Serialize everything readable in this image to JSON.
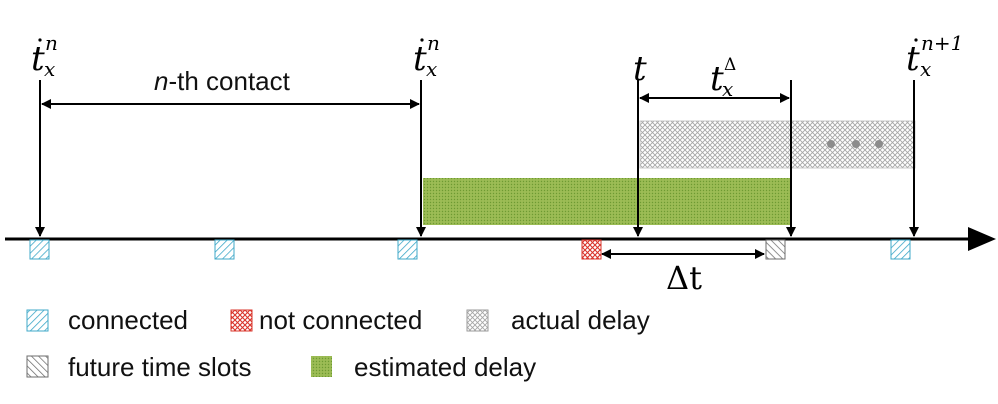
{
  "diagram": {
    "labels": {
      "t_start": "t",
      "t_start_sub": "x",
      "t_start_sup": "n",
      "t_end": "t",
      "t_end_sub": "x",
      "t_end_sup": "n",
      "contact_n": "n",
      "contact_rest": "-th contact",
      "t_current": "t",
      "t_delta": "t",
      "t_delta_sub": "x",
      "t_delta_sup": "Δ",
      "t_next": "t",
      "t_next_sub": "x",
      "t_next_sup": "n+1",
      "delta_t": "Δt"
    },
    "legend": [
      {
        "key": "connected",
        "label": "connected",
        "pattern": "connected-pattern"
      },
      {
        "key": "not_connected",
        "label": "not connected",
        "pattern": "not-connected-pattern"
      },
      {
        "key": "actual_delay",
        "label": "actual delay",
        "pattern": "actual-delay-pattern"
      },
      {
        "key": "future",
        "label": "future time slots",
        "pattern": "future-pattern"
      },
      {
        "key": "estimated_delay",
        "label": "estimated delay",
        "pattern": "estimated-pattern"
      }
    ],
    "colors": {
      "connected": "#3fa8c8",
      "not_connected": "#d9342b",
      "actual_delay": "#9a9a9a",
      "future": "#7a7a7a",
      "estimated_delay": "#8db04a",
      "axis": "#000000"
    }
  }
}
